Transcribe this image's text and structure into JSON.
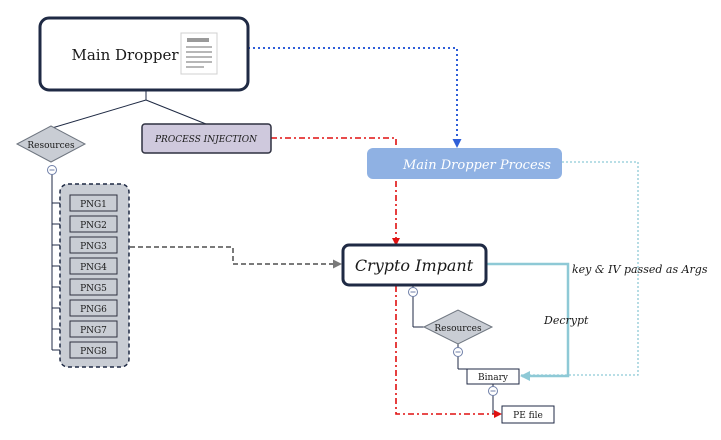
{
  "nodes": {
    "main_dropper": "Main Dropper",
    "process_injection": "PROCESS INJECTION",
    "main_dropper_process": "Main Dropper Process",
    "crypto_impant": "Crypto Impant",
    "resources_left": "Resources",
    "resources_right": "Resources",
    "binary": "Binary",
    "pe_file": "PE file",
    "pngs": [
      "PNG1",
      "PNG2",
      "PNG3",
      "PNG4",
      "PNG5",
      "PNG6",
      "PNG7",
      "PNG8"
    ]
  },
  "labels": {
    "key_iv": "key & IV passed as Args",
    "decrypt": "Decrypt"
  },
  "icons": {
    "document": "document-icon"
  },
  "colors": {
    "dark_box": "#1f2a44",
    "process_injection_fill": "#cfc9dd",
    "process_fill": "#8fb1e3",
    "red_line": "#e01010",
    "blue_dotted": "#2f5fd8",
    "light_blue": "#8ec9d6",
    "gray_dashed": "#7a7a7a",
    "png_fill": "#c9cdd4"
  }
}
